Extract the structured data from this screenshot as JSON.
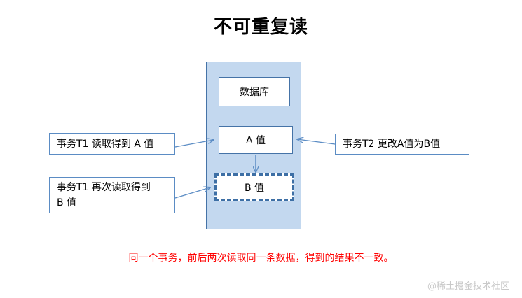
{
  "page": {
    "title": "不可重复读",
    "background_color": "#ffffff"
  },
  "colors": {
    "container_fill": "#c3d8ef",
    "container_border": "#4573a7",
    "box_border": "#5b8cc4",
    "dashed_border": "#3d6fa5",
    "arrow": "#5b8cc4",
    "caption_text": "#ff0000",
    "watermark_text": "#c9c9c9",
    "title_text": "#000000"
  },
  "database": {
    "label": "数据库",
    "rows": [
      {
        "name": "a-value",
        "label": "A 值",
        "style": "solid"
      },
      {
        "name": "b-value",
        "label": "B 值",
        "style": "dashed"
      }
    ]
  },
  "annotations": {
    "left_top": "事务T1 读取得到 A 值",
    "left_bottom_line1": "事务T1 再次读取得到",
    "left_bottom_line2": "B 值",
    "right": "事务T2 更改A值为B值"
  },
  "caption": "同一个事务，前后两次读取同一条数据，得到的结果不一致。",
  "watermark": "@稀土掘金技术社区"
}
